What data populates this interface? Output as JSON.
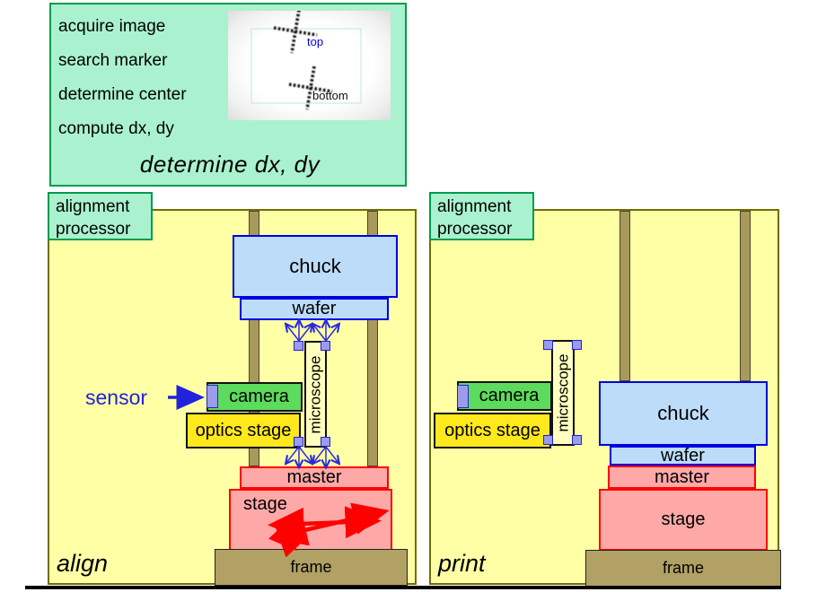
{
  "colors": {
    "mint": "#aaf2cf",
    "mint-border": "#009b4c",
    "panel-yellow": "#ffffa6",
    "panel-border": "#6f6f00",
    "blue-fill": "#bcdcfa",
    "blue-border": "#0000e0",
    "camera-green": "#5ddb5d",
    "optics-yellow": "#ffe81c",
    "pink": "#ffa8a8",
    "red": "#ff0000",
    "tan": "#b1a165",
    "post": "#a89a5c",
    "violet": "#9c9cec",
    "accent-blue": "#2222dd",
    "micro-yellow": "#ffffbe"
  },
  "flowchart": {
    "steps": [
      "acquire image",
      "search marker",
      "determine center",
      "compute dx, dy"
    ],
    "result": "determine dx, dy",
    "inset": {
      "top_label": "top",
      "bottom_label": "bottom"
    }
  },
  "align_panel": {
    "processor": {
      "line1": "alignment",
      "line2": "processor"
    },
    "caption": "align",
    "sensor_label": "sensor",
    "labels": {
      "chuck": "chuck",
      "wafer": "wafer",
      "camera": "camera",
      "optics_stage": "optics stage",
      "microscope": "microscope",
      "master": "master",
      "stage": "stage",
      "frame": "frame"
    }
  },
  "print_panel": {
    "processor": {
      "line1": "alignment",
      "line2": "processor"
    },
    "caption": "print",
    "labels": {
      "chuck": "chuck",
      "wafer": "wafer",
      "camera": "camera",
      "optics_stage": "optics stage",
      "microscope": "microscope",
      "master": "master",
      "stage": "stage",
      "frame": "frame"
    }
  }
}
